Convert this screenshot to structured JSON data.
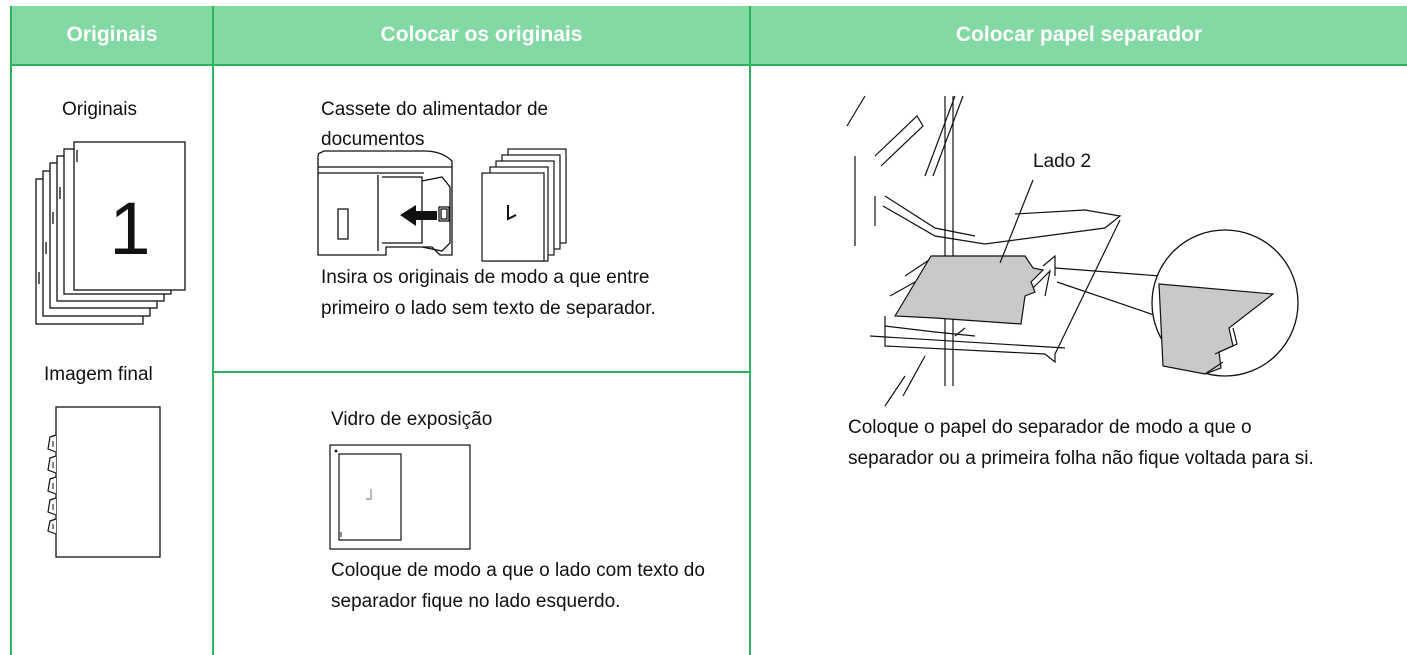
{
  "headers": {
    "originals": "Originais",
    "placing_originals": "Colocar os originais",
    "placing_tab_paper": "Colocar papel separador"
  },
  "originals_column": {
    "originals_label": "Originais",
    "page_number": "1",
    "final_image_label": "Imagem final"
  },
  "document_feeder": {
    "title": "Cassete do alimentador de documentos",
    "instruction": "Insira os originais de modo a que entre primeiro o lado sem texto de separador."
  },
  "document_glass": {
    "title": "Vidro de exposição",
    "instruction": "Coloque de modo a que o lado com texto do separador fique no lado esquerdo."
  },
  "bypass_tray": {
    "side_label": "Lado 2",
    "instruction": "Coloque o papel do separador de modo a que o separador ou a primeira folha não fique voltada para si."
  }
}
